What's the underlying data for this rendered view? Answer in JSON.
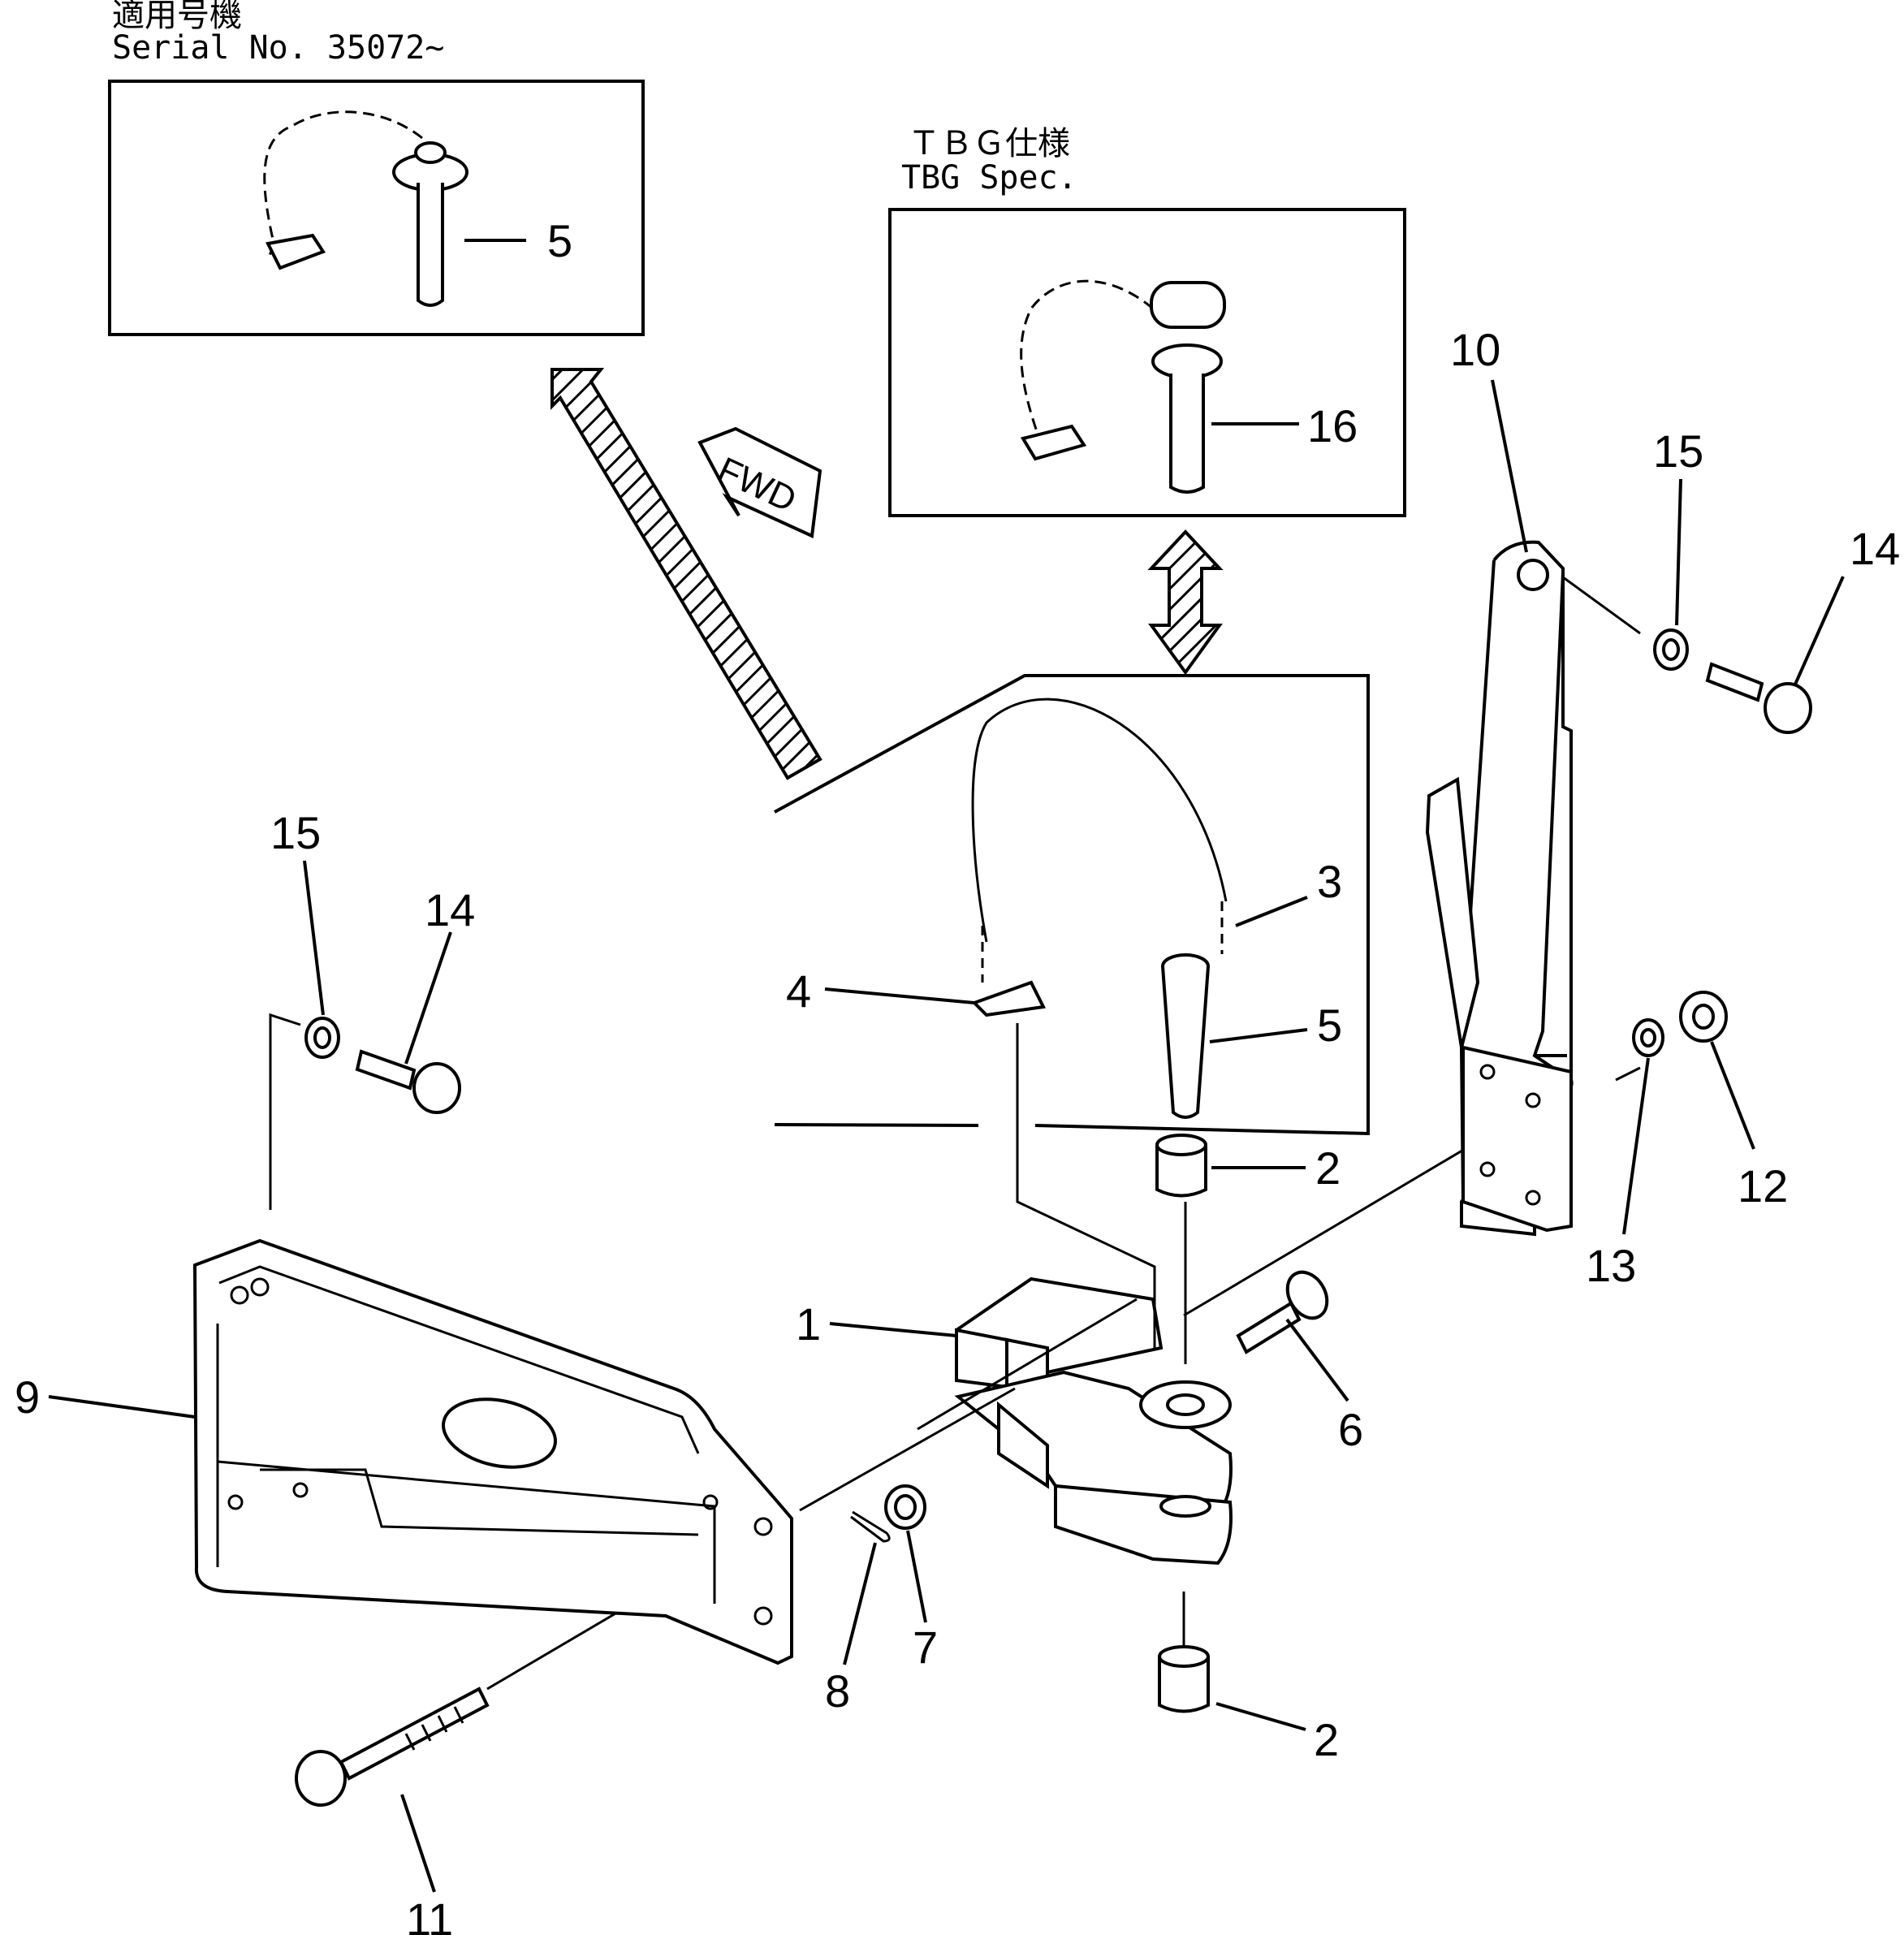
{
  "colors": {
    "ink": "#000000",
    "paper": "#ffffff"
  },
  "insets": {
    "serial": {
      "line1": "適用号機",
      "line2": "Serial  No. 35072~"
    },
    "tbg": {
      "line1": "ＴＢＧ仕様",
      "line2": "TBG  Spec."
    }
  },
  "fwd_label": "FWD",
  "callouts": {
    "c1": "1",
    "c2a": "2",
    "c2b": "2",
    "c3": "3",
    "c4": "4",
    "c5a": "5",
    "c5b": "5",
    "c6": "6",
    "c7": "7",
    "c8": "8",
    "c9": "9",
    "c10": "10",
    "c11": "11",
    "c12": "12",
    "c13": "13",
    "c14a": "14",
    "c14b": "14",
    "c15a": "15",
    "c15b": "15",
    "c16": "16"
  }
}
